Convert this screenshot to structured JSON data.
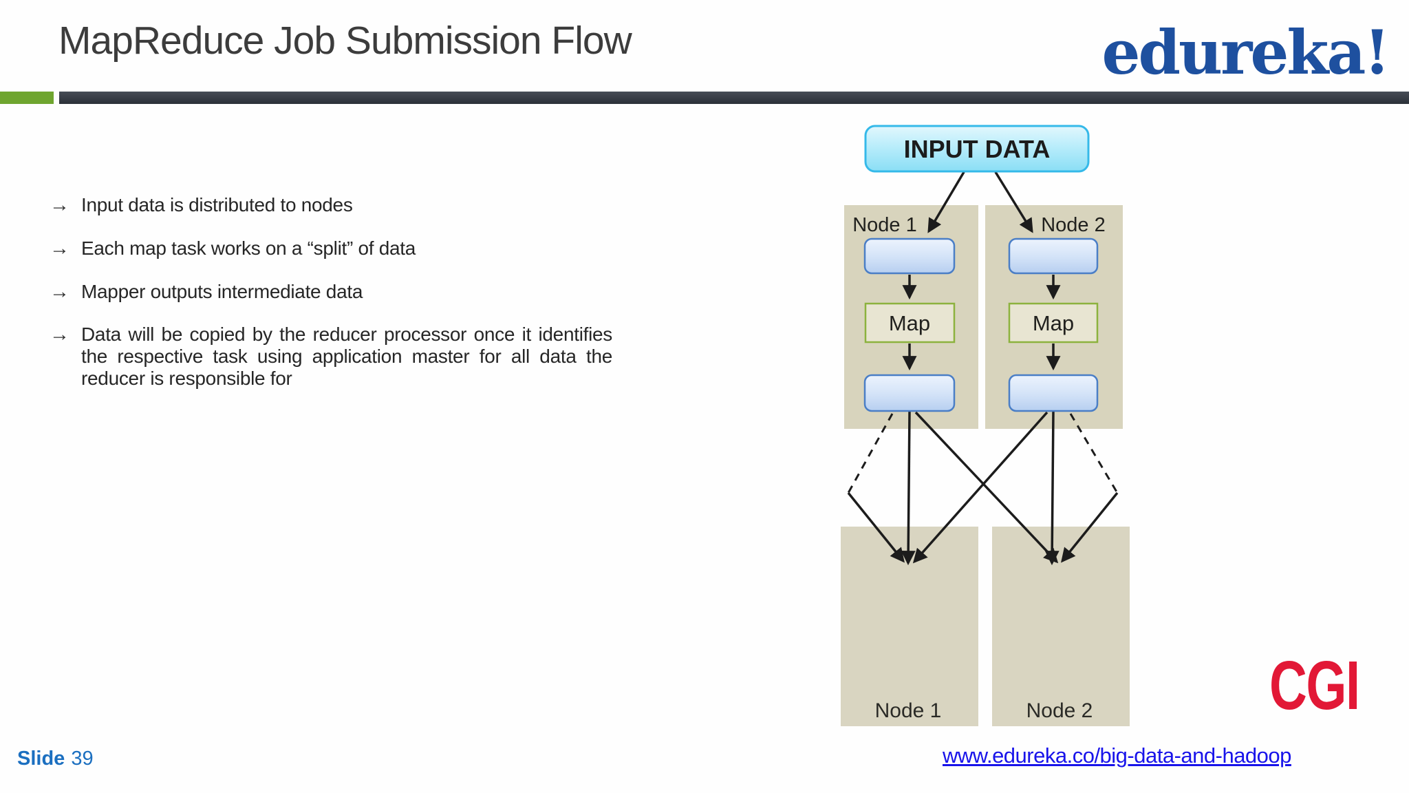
{
  "header": {
    "title": "MapReduce Job Submission Flow",
    "logo": "edureka!"
  },
  "bullets": {
    "marker": "→",
    "items": [
      "Input data is distributed to nodes",
      "Each map task works on a “split” of data",
      "Mapper outputs intermediate data",
      "Data will be copied by the reducer processor once it identifies the respective task using application master for all data the reducer is responsible for"
    ]
  },
  "diagram": {
    "input_label": "INPUT DATA",
    "map_label": "Map",
    "top_node_1": "Node 1",
    "top_node_2": "Node 2",
    "bottom_node_1": "Node 1",
    "bottom_node_2": "Node 2"
  },
  "footer": {
    "slide_word": "Slide",
    "slide_number": "39",
    "url": "www.edureka.co/big-data-and-hadoop",
    "partner_logo": "CGI"
  },
  "colors": {
    "accent_green": "#6fa52f",
    "header_bar_dark": "#31373f",
    "edureka_blue": "#1e509f",
    "link_blue": "#1813ea",
    "slide_number_blue": "#1b6fc0",
    "cgi_red": "#e21836",
    "panel_beige": "#d8d4bd",
    "map_box_fill": "#e8e5d2",
    "map_border_green": "#8cb23e",
    "blue_box_border": "#4a7ec6",
    "input_box_border": "#35b9e9"
  }
}
